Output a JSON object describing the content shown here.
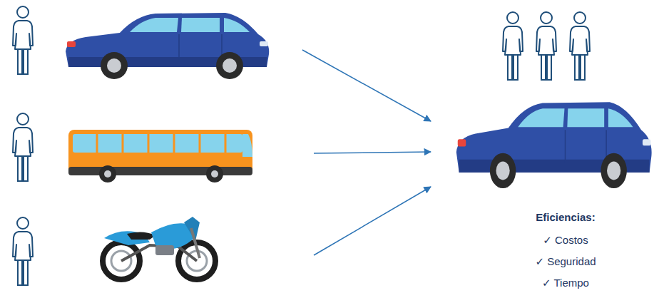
{
  "diagram": {
    "labels": [
      "Eficiencias:",
      "✓ Costos",
      "✓ Seguridad",
      "✓ Tiempo"
    ]
  }
}
